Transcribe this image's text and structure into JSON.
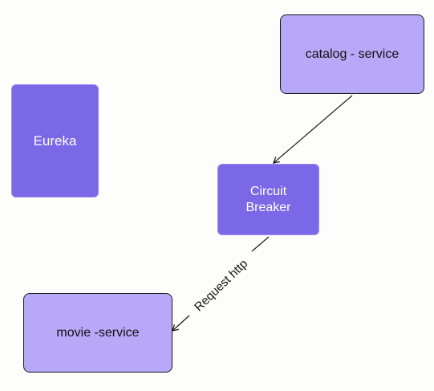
{
  "nodes": {
    "eureka": {
      "label": "Eureka"
    },
    "circuit_breaker": {
      "label_line1": "Circuit",
      "label_line2": "Breaker"
    },
    "catalog_service": {
      "label": "catalog - service"
    },
    "movie_service": {
      "label": "movie -service"
    }
  },
  "edges": {
    "catalog_to_breaker": {
      "label": ""
    },
    "breaker_to_movie": {
      "label": "Request http"
    }
  },
  "colors": {
    "node_dark": "#7b68e6",
    "node_light": "#b7a9f7",
    "stroke": "#1a1a1a",
    "background": "#fdfdfb"
  }
}
